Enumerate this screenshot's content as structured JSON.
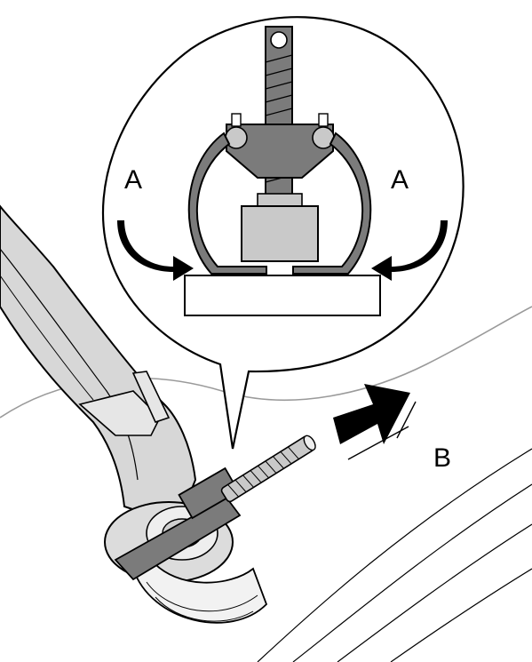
{
  "labels": {
    "a_left": "A",
    "a_right": "A",
    "b": "B"
  },
  "colors": {
    "line": "#000000",
    "paper": "#ffffff",
    "tool_dark": "#7b7b7b",
    "tool_light": "#c9c9c9",
    "arm": "#d7d7d7",
    "arm_light": "#e6e6e6",
    "faint_line": "#9a9a9a"
  },
  "icons": {
    "direction_a": "curved-arrow-icon",
    "direction_b": "straight-arrow-icon",
    "puller": "gear-puller-icon"
  }
}
